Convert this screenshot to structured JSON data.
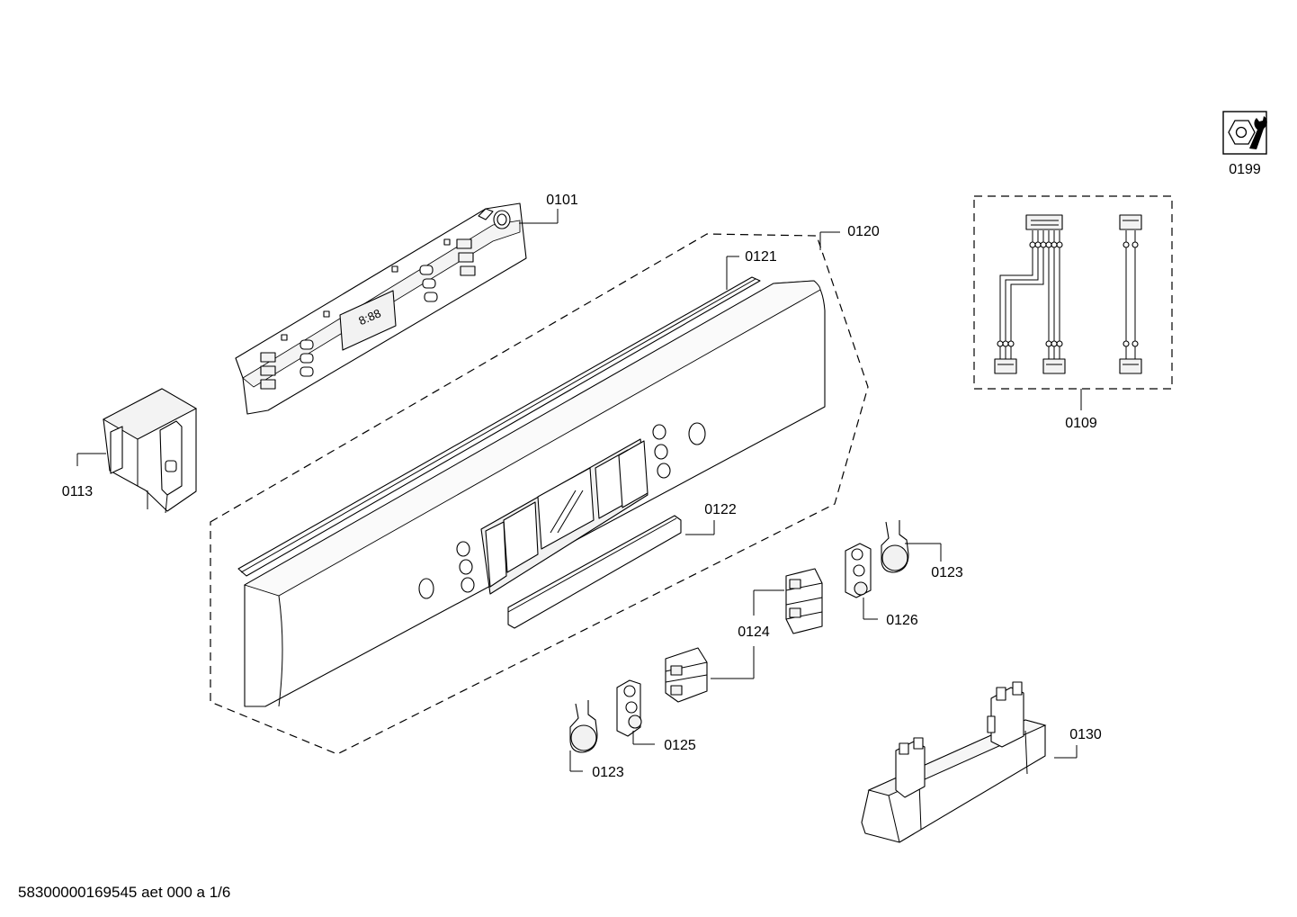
{
  "labels": {
    "p0101": "0101",
    "p0109": "0109",
    "p0113": "0113",
    "p0120": "0120",
    "p0121": "0121",
    "p0122": "0122",
    "p0123a": "0123",
    "p0123b": "0123",
    "p0124": "0124",
    "p0125": "0125",
    "p0126": "0126",
    "p0130": "0130",
    "p0199": "0199"
  },
  "display_text": "8:88",
  "footer": "58300000169545 aet 000 a 1/6",
  "icons": {
    "service": "nut-and-wrench-icon"
  }
}
